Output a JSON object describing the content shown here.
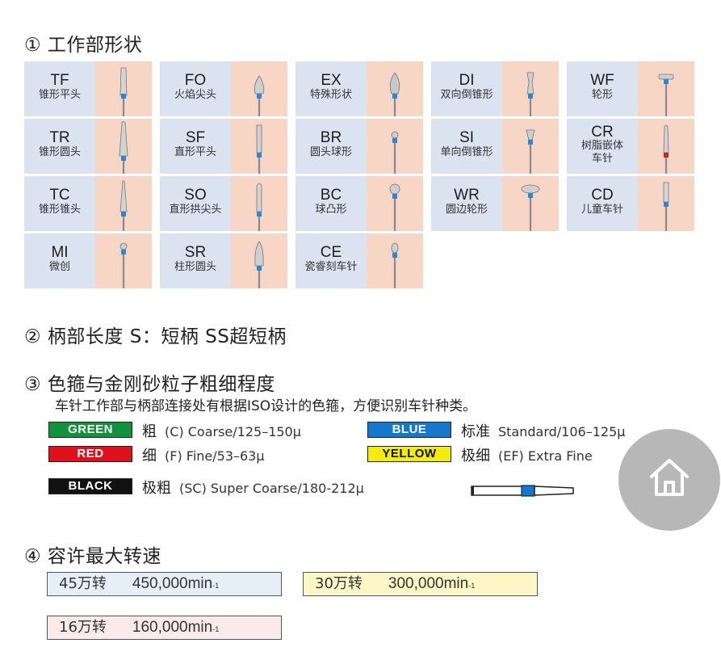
{
  "sections": {
    "s1": "① 工作部形状",
    "s2": "② 柄部长度  S：短柄  SS超短柄",
    "s3": "③ 色箍与金刚砂粒子粗细程度",
    "s3_desc": "车针工作部与柄部连接处有根据ISO设计的色箍，方便识别车针种类。",
    "s4": "④ 容许最大转速"
  },
  "shapes": [
    {
      "code": "TF",
      "name": "锥形平头"
    },
    {
      "code": "FO",
      "name": "火焰尖头"
    },
    {
      "code": "EX",
      "name": "特殊形状"
    },
    {
      "code": "DI",
      "name": "双向倒锥形"
    },
    {
      "code": "WF",
      "name": "轮形"
    },
    {
      "code": "TR",
      "name": "锥形圆头"
    },
    {
      "code": "SF",
      "name": "直形平头"
    },
    {
      "code": "BR",
      "name": "圆头球形"
    },
    {
      "code": "SI",
      "name": "单向倒锥形"
    },
    {
      "code": "CR",
      "name": "树脂嵌体车针"
    },
    {
      "code": "TC",
      "name": "锥形锥头"
    },
    {
      "code": "SO",
      "name": "直形拱尖头"
    },
    {
      "code": "BC",
      "name": "球凸形"
    },
    {
      "code": "WR",
      "name": "圆边轮形"
    },
    {
      "code": "CD",
      "name": "儿童车针"
    },
    {
      "code": "MI",
      "name": "微创"
    },
    {
      "code": "SR",
      "name": "柱形圆头"
    },
    {
      "code": "CE",
      "name": "瓷睿刻车针"
    }
  ],
  "grits": [
    {
      "tag": "GREEN",
      "tag_bg": "#14913b",
      "tag_fg": "#ffffff",
      "cn": "粗",
      "desc": "(C) Coarse/125–150μ"
    },
    {
      "tag": "BLUE",
      "tag_bg": "#1479cd",
      "tag_fg": "#ffffff",
      "cn": "标准",
      "desc": "Standard/106–125μ"
    },
    {
      "tag": "RED",
      "tag_bg": "#e0101a",
      "tag_fg": "#ffffff",
      "cn": "细",
      "desc": "(F)  Fine/53–63μ"
    },
    {
      "tag": "YELLOW",
      "tag_bg": "#f4ec10",
      "tag_fg": "#111111",
      "cn": "极细",
      "desc": "(EF)  Extra Fine"
    },
    {
      "tag": "BLACK",
      "tag_bg": "#111111",
      "tag_fg": "#ffffff",
      "cn": "极粗",
      "desc": "(SC)  Super Coarse/180-212μ"
    }
  ],
  "speeds": [
    {
      "cn": "45万转",
      "value": "450,000min",
      "sup": "-1",
      "bg": "#e6eef8"
    },
    {
      "cn": "30万转",
      "value": "300,000min",
      "sup": "-1",
      "bg": "#fdf7c8"
    },
    {
      "cn": "16万转",
      "value": "160,000min",
      "sup": "-1",
      "bg": "#fbeaea"
    }
  ],
  "icons": {
    "home": "home-icon"
  }
}
